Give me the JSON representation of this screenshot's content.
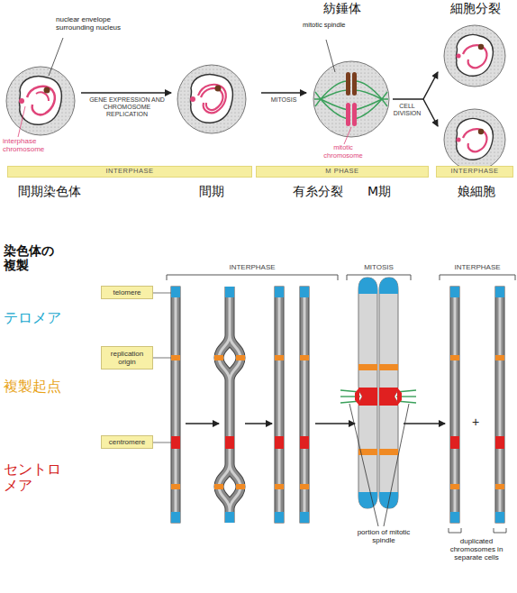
{
  "diagram": {
    "nodes": [
      {
        "text": [
          "INTERPHASE"
        ]
      },
      {
        "text": [
          "M PHASE"
        ]
      },
      {
        "text": [
          "INTERPHASE"
        ]
      },
      {
        "text": [
          "telomere"
        ]
      },
      {
        "text": [
          "replication origin"
        ]
      },
      {
        "text": [
          "centromere"
        ]
      }
    ],
    "labels": [
      "紡錘体",
      "細胞分裂",
      "nuclear envelope surrounding nucleus",
      "GENE EXPRESSION AND CHROMOSOME REPLICATION",
      "MITOSIS",
      "mitotic spindle",
      "CELL DIVISION",
      "interphase chromosome",
      "mitotic chromosome",
      "間期染色体",
      "間期",
      "有糸分裂",
      "M期",
      "娘細胞",
      "染色体の 複製",
      "INTERPHASE",
      "MITOSIS",
      "INTERPHASE",
      "テロメア",
      "複製起点",
      "セントロ メア",
      "+",
      "portion of mitotic spindle",
      "duplicated chromosomes in separate cells"
    ]
  }
}
